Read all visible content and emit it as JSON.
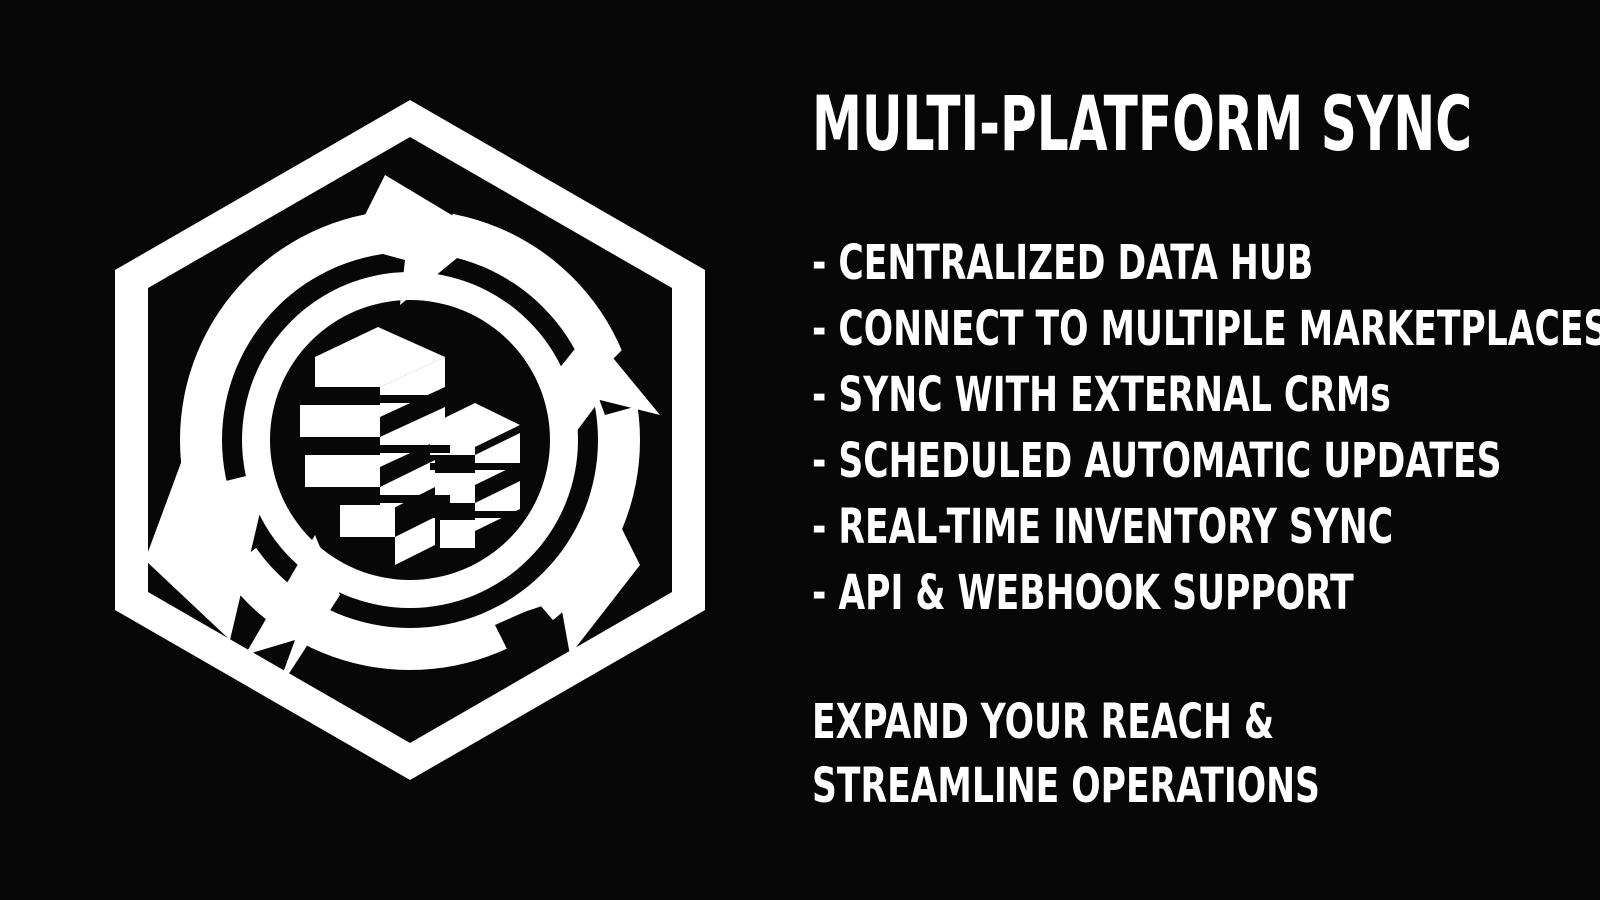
{
  "title": "MULTI-PLATFORM SYNC",
  "emblem": {
    "icon": "sync-arrows-around-server-stack-icon",
    "colors": {
      "foreground": "#ffffff",
      "background": "#070707"
    }
  },
  "features": [
    "- CENTRALIZED DATA HUB",
    "- CONNECT TO MULTIPLE MARKETPLACES",
    "- SYNC WITH EXTERNAL CRMs",
    "- SCHEDULED AUTOMATIC UPDATES",
    "- REAL-TIME INVENTORY SYNC",
    "- API & WEBHOOK SUPPORT"
  ],
  "tagline": {
    "line1": "EXPAND YOUR REACH &",
    "line2": "STREAMLINE OPERATIONS"
  }
}
